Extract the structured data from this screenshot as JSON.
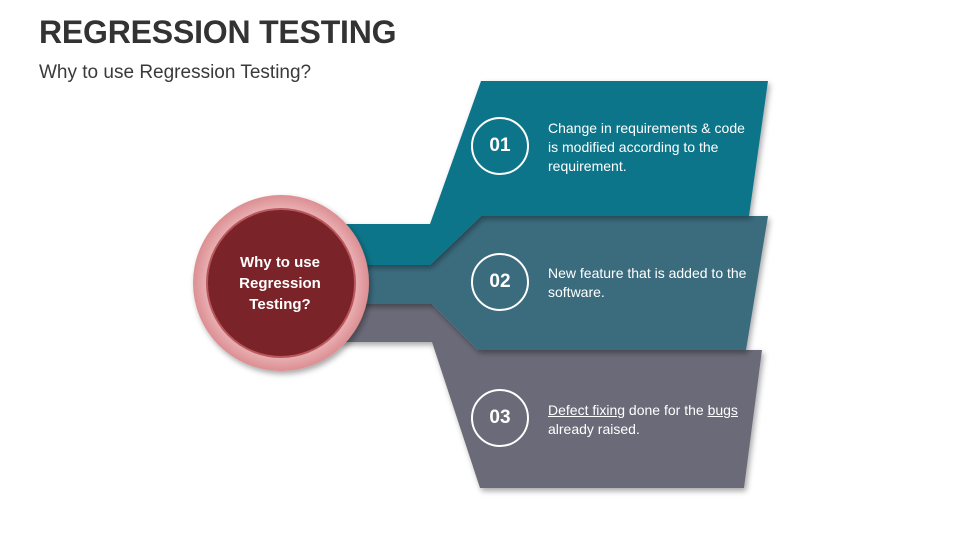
{
  "slide": {
    "title": "REGRESSION TESTING",
    "subtitle": "Why to use Regression Testing?"
  },
  "hub": {
    "label": "Why to use Regression Testing?"
  },
  "steps": [
    {
      "number": "01",
      "text": "Change in requirements & code is modified according to the requirement.",
      "color": "#0C7489"
    },
    {
      "number": "02",
      "text": "New feature that is added to the software.",
      "color": "#3A6C7E"
    },
    {
      "number": "03",
      "text_parts": [
        "Defect fixing",
        " done for the ",
        "bugs",
        " already raised."
      ],
      "underlined_parts": [
        "Defect fixing",
        "bugs"
      ],
      "color": "#6A6A78"
    }
  ],
  "colors": {
    "hub_fill": "#7A2328",
    "hub_ring": "#E8A9AC",
    "title_text": "#333333"
  }
}
